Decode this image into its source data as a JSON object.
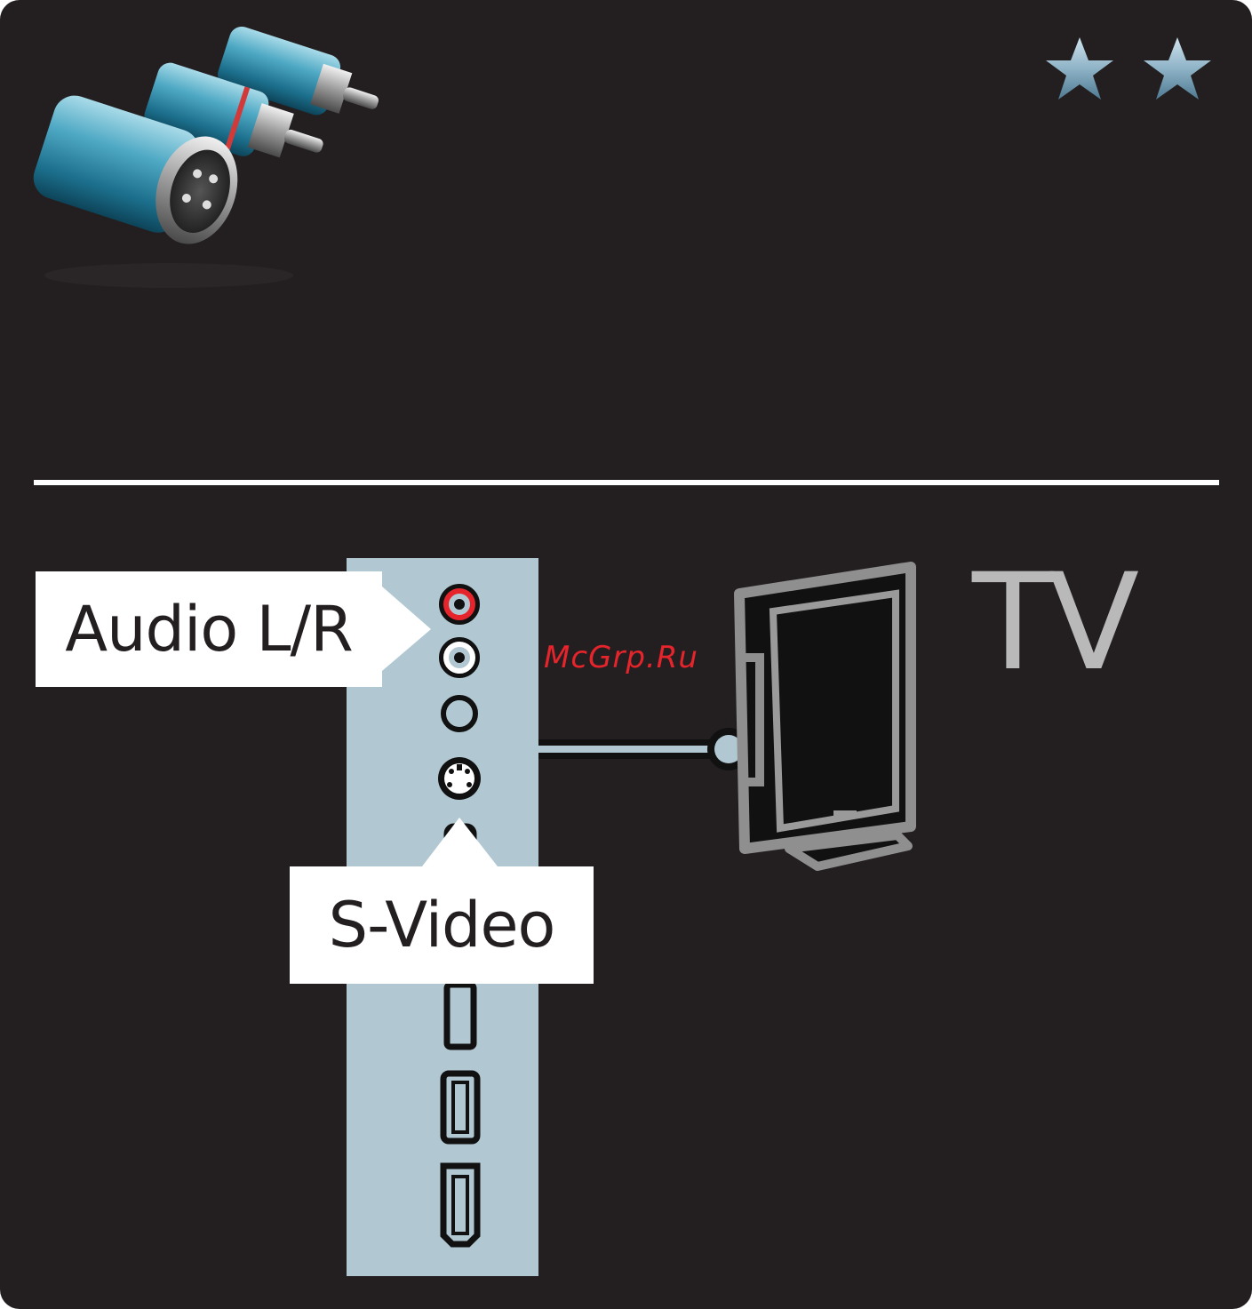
{
  "labels": {
    "audio": "Audio L/R",
    "svideo": "S-Video",
    "tv": "TV"
  },
  "watermark": "McGrp.Ru",
  "rating": {
    "stars": 2
  },
  "colors": {
    "background": "#231f20",
    "panel": "#b1c8d2",
    "audio_left_red": "#e5242c",
    "connector_outline": "#111111",
    "tv_gray": "#9a9a9a",
    "star_blue": "#8fb3c7"
  },
  "icons": [
    "rca-connectors-icon",
    "star-icon",
    "red-rca-jack-icon",
    "white-rca-jack-icon",
    "rca-jack-icon",
    "svideo-jack-icon",
    "usb-port-icon",
    "hdmi-port-icon",
    "tv-icon"
  ]
}
